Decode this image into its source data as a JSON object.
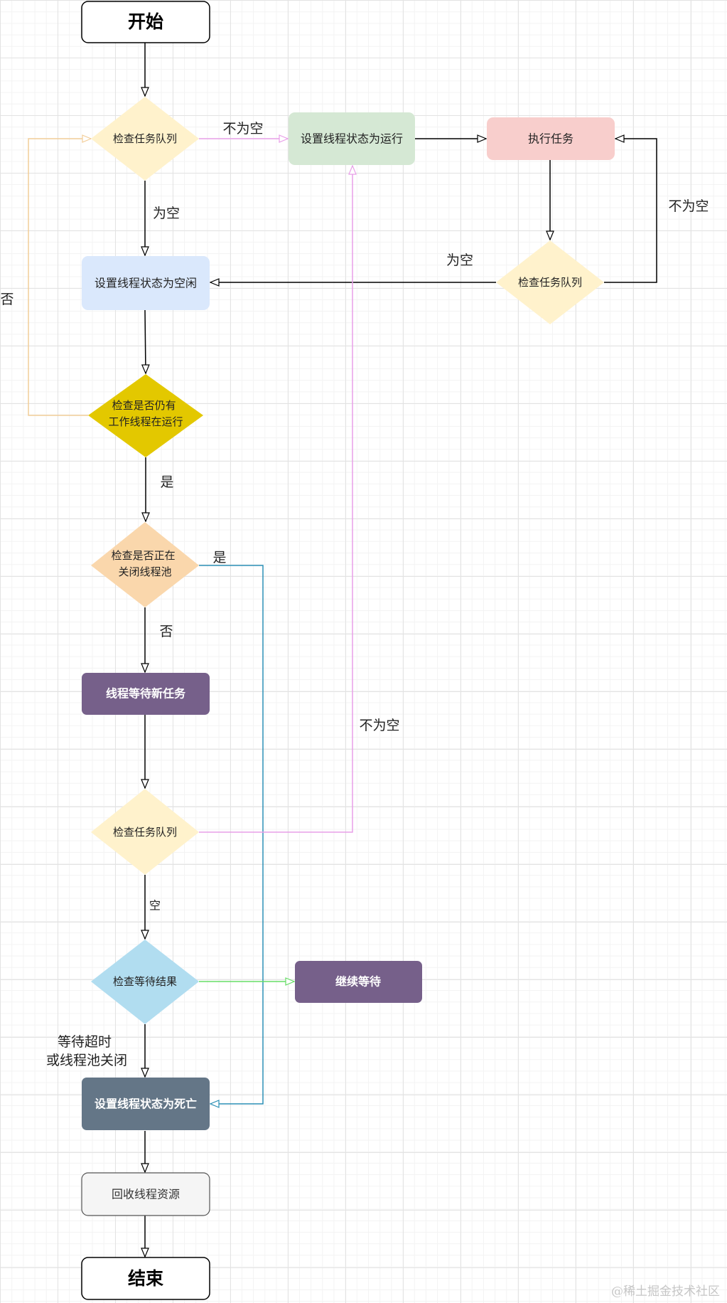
{
  "nodes": {
    "start": "开始",
    "check_queue_1": "检查任务队列",
    "set_running": "设置线程状态为运行",
    "execute_task": "执行任务",
    "check_queue_2": "检查任务队列",
    "set_idle": "设置线程状态为空闲",
    "check_workers": [
      "检查是否仍有",
      "工作线程在运行"
    ],
    "check_shutdown": [
      "检查是否正在",
      "关闭线程池"
    ],
    "wait_new_task": "线程等待新任务",
    "check_queue_3": "检查任务队列",
    "check_wait_result": "检查等待结果",
    "continue_wait": "继续等待",
    "set_dead": "设置线程状态为死亡",
    "recycle": "回收线程资源",
    "end": "结束"
  },
  "edge_labels": {
    "not_empty_1": "不为空",
    "empty_1": "为空",
    "not_empty_2": "不为空",
    "empty_2": "为空",
    "no_loop": "否",
    "yes_1": "是",
    "yes_2": "是",
    "no_2": "否",
    "not_empty_3": "不为空",
    "empty_3": "空",
    "timeout": [
      "等待超时",
      "或线程池关闭"
    ]
  },
  "watermark": "@稀土掘金技术社区",
  "colors": {
    "yellow_light": "#fff2cc",
    "green_light": "#d5e8d4",
    "red_light": "#f8cecc",
    "blue_light": "#dae8fc",
    "gold": "#e3c800",
    "orange_light": "#fad7ac",
    "purple": "#76608a",
    "cyan_light": "#b1ddf0",
    "slate": "#647687",
    "gray_light": "#f5f5f5",
    "pink_edge": "#e89fe8",
    "tan_edge": "#f2cd98",
    "blue_edge": "#2b8fb5",
    "green_edge": "#66dd66"
  }
}
